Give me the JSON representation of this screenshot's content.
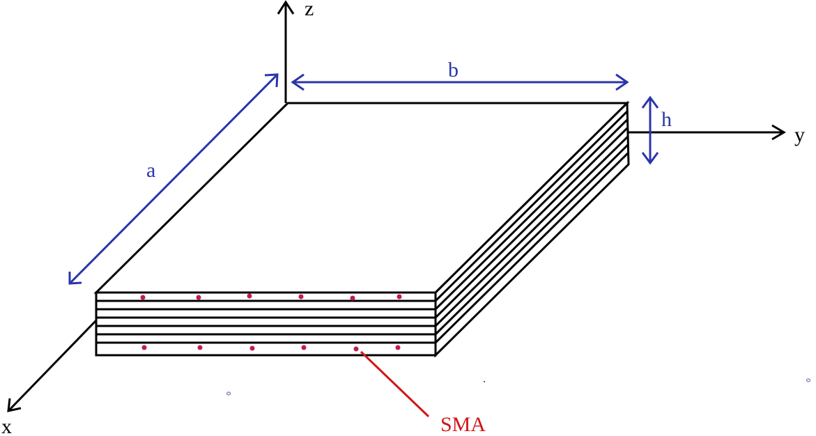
{
  "axes": {
    "x_label": "x",
    "y_label": "y",
    "z_label": "z"
  },
  "dimensions": {
    "a_label": "a",
    "b_label": "b",
    "h_label": "h"
  },
  "callout": {
    "sma_label": "SMA"
  },
  "colors": {
    "axis": "#000000",
    "dimension": "#2a35a8",
    "sma": "#d01616",
    "fiber_dot": "#c2185b"
  }
}
